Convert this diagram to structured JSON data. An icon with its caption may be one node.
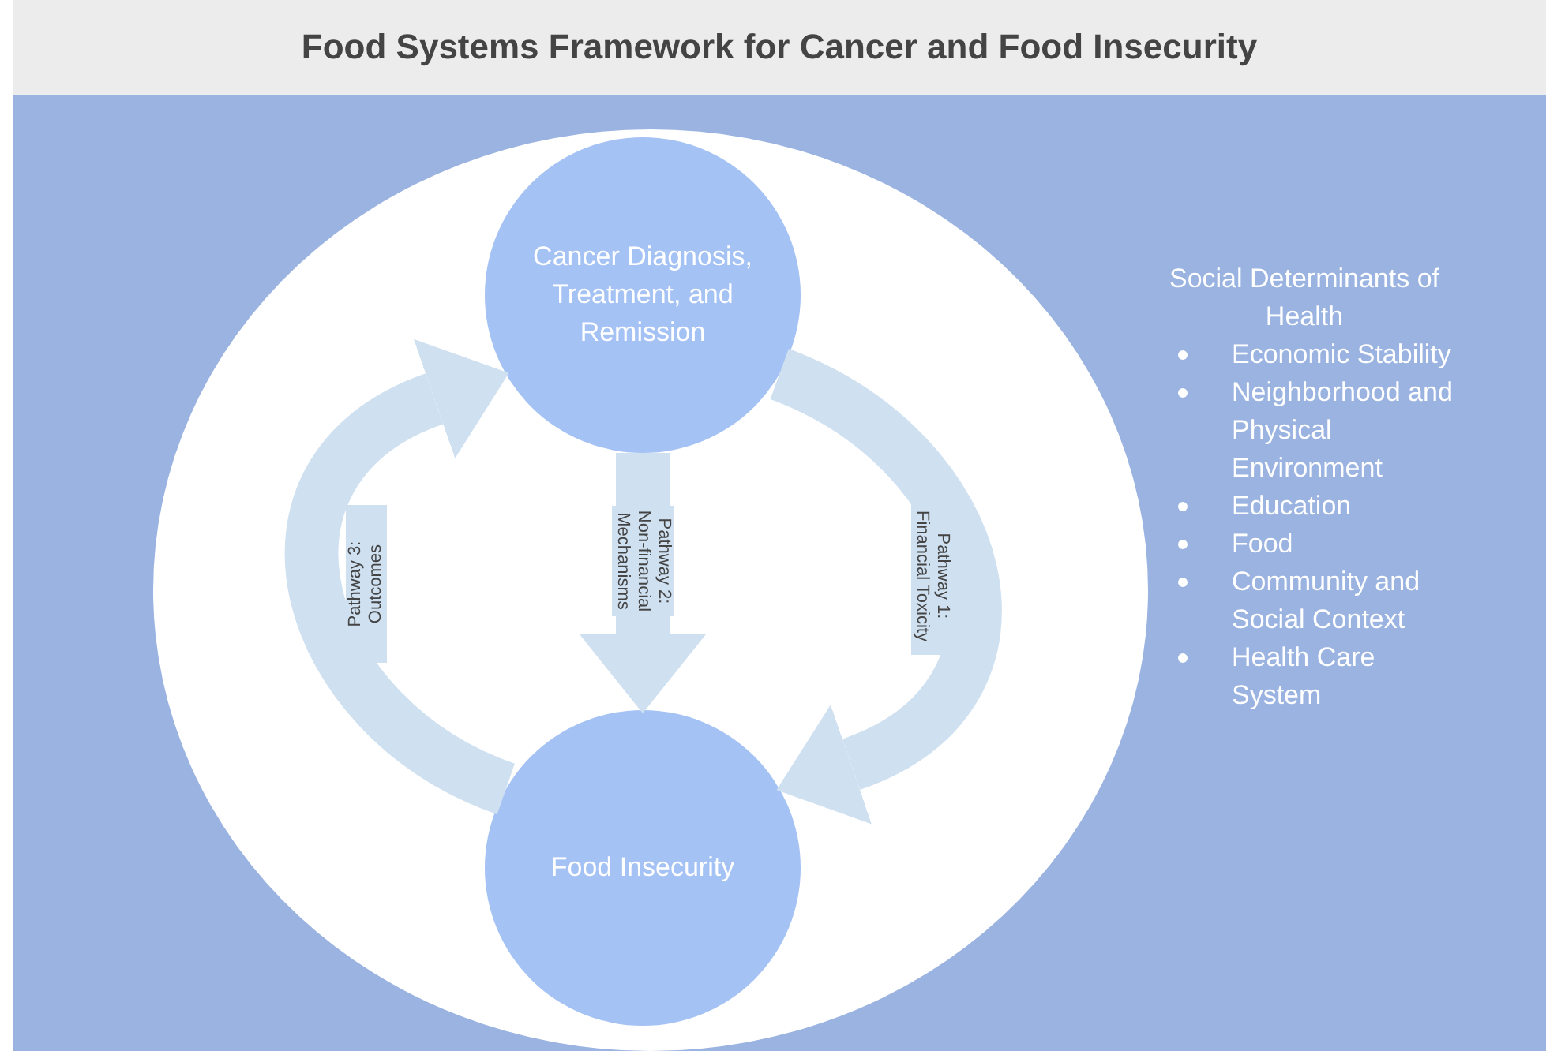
{
  "diagram": {
    "title": "Food Systems Framework for Cancer and Food Insecurity",
    "nodes": [
      {
        "text": [
          "Social Determinants of Health",
          "Economic Stability",
          "Neighborhood and Physical Environment",
          "Education",
          "Food",
          "Community and Social Context",
          "Health Care System"
        ]
      },
      {
        "text": [],
        "shape": "circle",
        "in": 0
      },
      {
        "text": [
          "Cancer Diagnosis, Treatment, and Remission"
        ],
        "in": 1
      },
      {
        "text": [
          "Food Insecurity"
        ],
        "in": 1
      }
    ],
    "edges": [
      {
        "from": 2,
        "to": 3,
        "arrow": "to",
        "label": "Pathway 1: Financial Toxicity"
      },
      {
        "from": 2,
        "to": 3,
        "arrow": "to",
        "label": "Pathway 2: Non-financial Mechanisms"
      },
      {
        "from": 3,
        "to": 2,
        "arrow": "to",
        "label": "Pathway 3: Outcomes"
      }
    ]
  }
}
